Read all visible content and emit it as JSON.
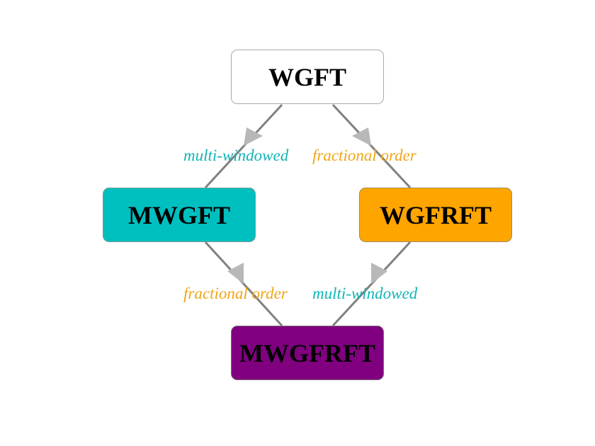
{
  "colors": {
    "multi_windowed": "#11b5b5",
    "fractional_order": "#f0a616",
    "edge": "#808080",
    "arrowhead": "#b8b8b8"
  },
  "nodes": {
    "wgft": {
      "label": "WGFT",
      "fill": "#ffffff"
    },
    "mwgft": {
      "label": "MWGFT",
      "fill": "#00bfbf"
    },
    "wgfrft": {
      "label": "WGFRFT",
      "fill": "#ffa500"
    },
    "mwgfrft": {
      "label": "MWGFRFT",
      "fill": "#800080"
    }
  },
  "edges": [
    {
      "from": "WGFT",
      "to": "MWGFT",
      "label": "multi-windowed",
      "kind": "multi_windowed"
    },
    {
      "from": "WGFT",
      "to": "WGFRFT",
      "label": "fractional order",
      "kind": "fractional_order"
    },
    {
      "from": "MWGFT",
      "to": "MWGFRFT",
      "label": "fractional order",
      "kind": "fractional_order"
    },
    {
      "from": "WGFRFT",
      "to": "MWGFRFT",
      "label": "multi-windowed",
      "kind": "multi_windowed"
    }
  ]
}
